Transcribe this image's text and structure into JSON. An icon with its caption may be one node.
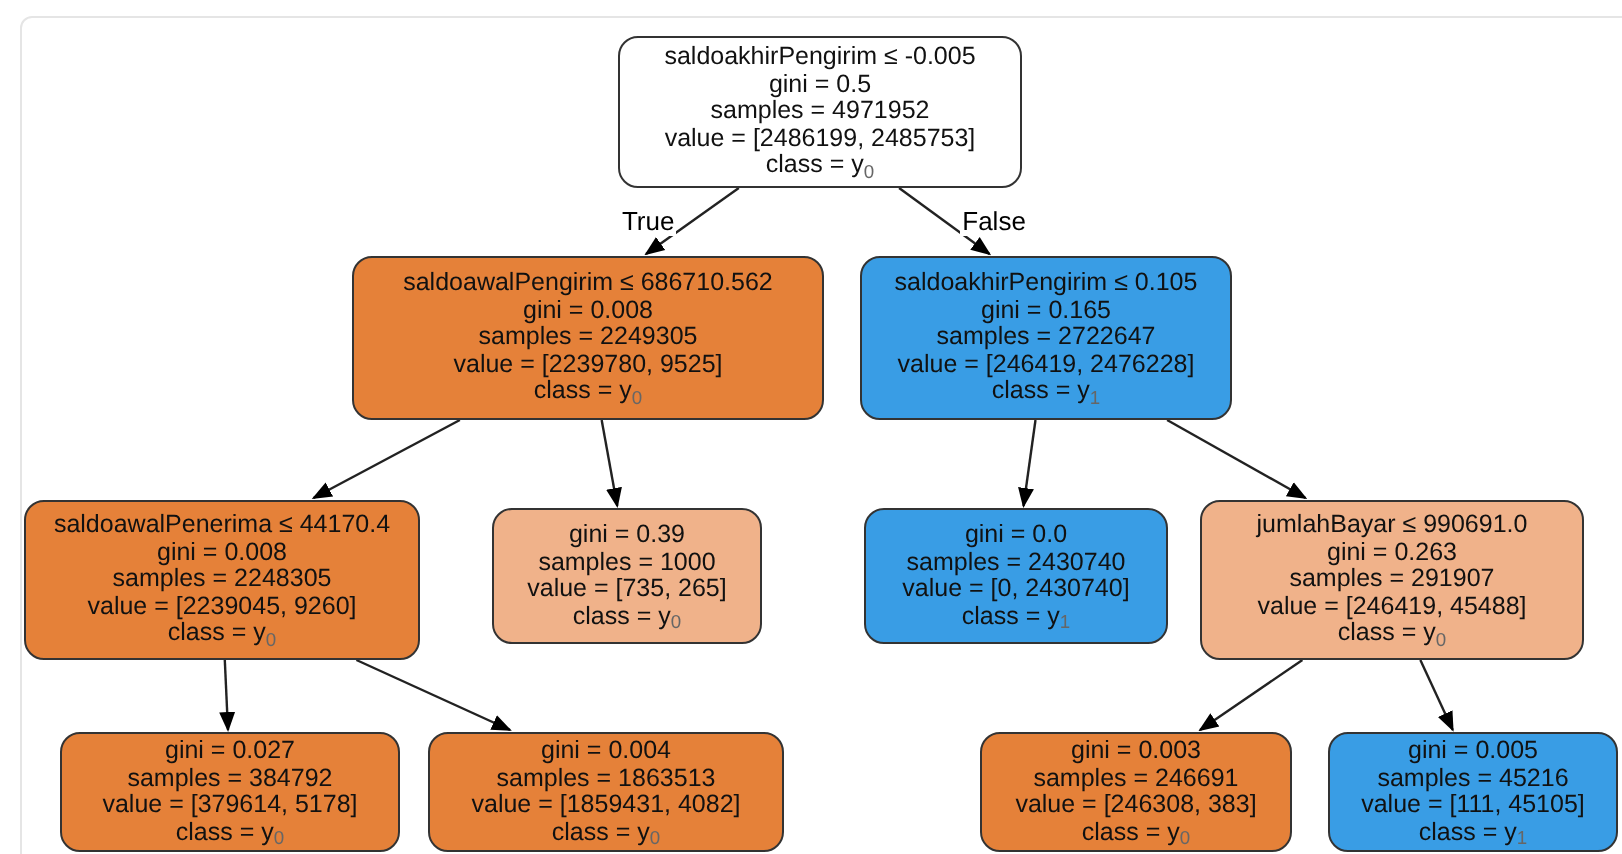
{
  "diagram": {
    "nodes": [
      {
        "text": [
          "saldoakhirPengirim ≤ -0.005",
          "gini = 0.5",
          "samples = 4971952",
          "value = [2486199, 2485753]",
          "class = y$_{0}$"
        ]
      },
      {
        "text": [
          "saldoawalPengirim ≤ 686710.562",
          "gini = 0.008",
          "samples = 2249305",
          "value = [2239780, 9525]",
          "class = y$_{0}$"
        ]
      },
      {
        "text": [
          "saldoakhirPengirim ≤ 0.105",
          "gini = 0.165",
          "samples = 2722647",
          "value = [246419, 2476228]",
          "class = y$_{1}$"
        ]
      },
      {
        "text": [
          "saldoawalPenerima ≤ 44170.4",
          "gini = 0.008",
          "samples = 2248305",
          "value = [2239045, 9260]",
          "class = y$_{0}$"
        ]
      },
      {
        "text": [
          "gini = 0.39",
          "samples = 1000",
          "value = [735, 265]",
          "class = y$_{0}$"
        ]
      },
      {
        "text": [
          "gini = 0.0",
          "samples = 2430740",
          "value = [0, 2430740]",
          "class = y$_{1}$"
        ]
      },
      {
        "text": [
          "jumlahBayar ≤ 990691.0",
          "gini = 0.263",
          "samples = 291907",
          "value = [246419, 45488]",
          "class = y$_{0}$"
        ]
      },
      {
        "text": [
          "gini = 0.027",
          "samples = 384792",
          "value = [379614, 5178]",
          "class = y$_{0}$"
        ]
      },
      {
        "text": [
          "gini = 0.004",
          "samples = 1863513",
          "value = [1859431, 4082]",
          "class = y$_{0}$"
        ]
      },
      {
        "text": [
          "gini = 0.003",
          "samples = 246691",
          "value = [246308, 383]",
          "class = y$_{0}$"
        ]
      },
      {
        "text": [
          "gini = 0.005",
          "samples = 45216",
          "value = [111, 45105]",
          "class = y$_{1}$"
        ]
      }
    ],
    "edges": [
      {
        "from": 0,
        "to": 1,
        "arrow": "to",
        "label": "True"
      },
      {
        "from": 0,
        "to": 2,
        "arrow": "to",
        "label": "False"
      },
      {
        "from": 1,
        "to": 3,
        "arrow": "to"
      },
      {
        "from": 1,
        "to": 4,
        "arrow": "to"
      },
      {
        "from": 2,
        "to": 5,
        "arrow": "to"
      },
      {
        "from": 2,
        "to": 6,
        "arrow": "to"
      },
      {
        "from": 3,
        "to": 7,
        "arrow": "to"
      },
      {
        "from": 3,
        "to": 8,
        "arrow": "to"
      },
      {
        "from": 6,
        "to": 9,
        "arrow": "to"
      },
      {
        "from": 6,
        "to": 10,
        "arrow": "to"
      }
    ]
  }
}
